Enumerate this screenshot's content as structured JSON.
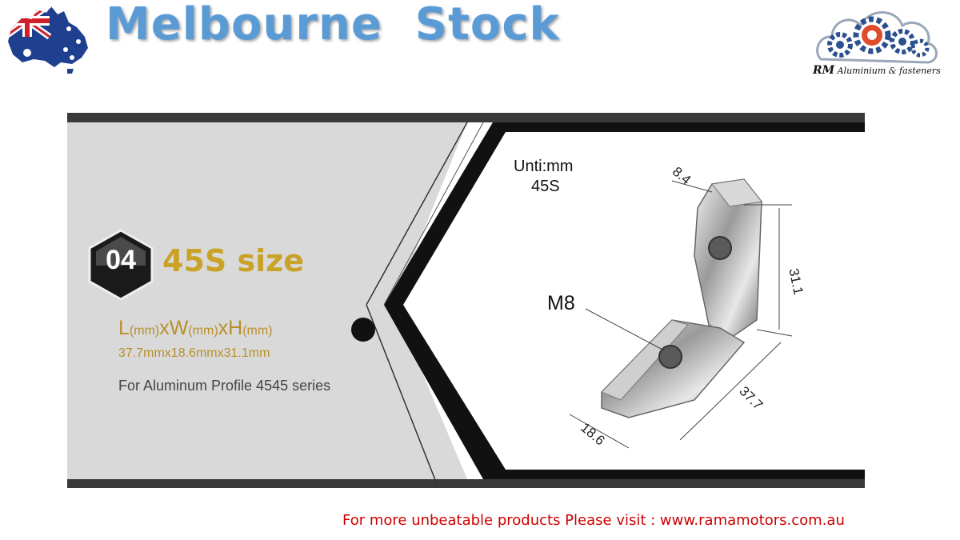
{
  "header": {
    "headline": "Melbourne  Stock",
    "flag_icon": "australia-flag-map-icon",
    "logo_icon": "gears-logo-icon",
    "logo_brand": "RM",
    "logo_tagline": "Aluminium & fasteners"
  },
  "spec": {
    "badge_number": "04",
    "title": "45S size",
    "dims_formula": {
      "L": "L",
      "W": "W",
      "H": "H",
      "unit": "(mm)",
      "x": "x"
    },
    "dims_values": "37.7mmx18.6mmx31.1mm",
    "profile_note": "For Aluminum Profile 4545 series"
  },
  "drawing": {
    "unit_label": "Unti:mm",
    "series_label": "45S",
    "thread_label": "M8",
    "dims": {
      "top_width": "8.4",
      "height": "31.1",
      "length": "37.7",
      "width": "18.6"
    }
  },
  "footer": {
    "text": "For more unbeatable products Please visit : www.ramamotors.com.au"
  },
  "colors": {
    "headline": "#5b9bd5",
    "gold": "#c9a227",
    "footer_red": "#cc0000",
    "panel_gray": "#d9d9d9",
    "dark_band": "#3a3a3a"
  }
}
